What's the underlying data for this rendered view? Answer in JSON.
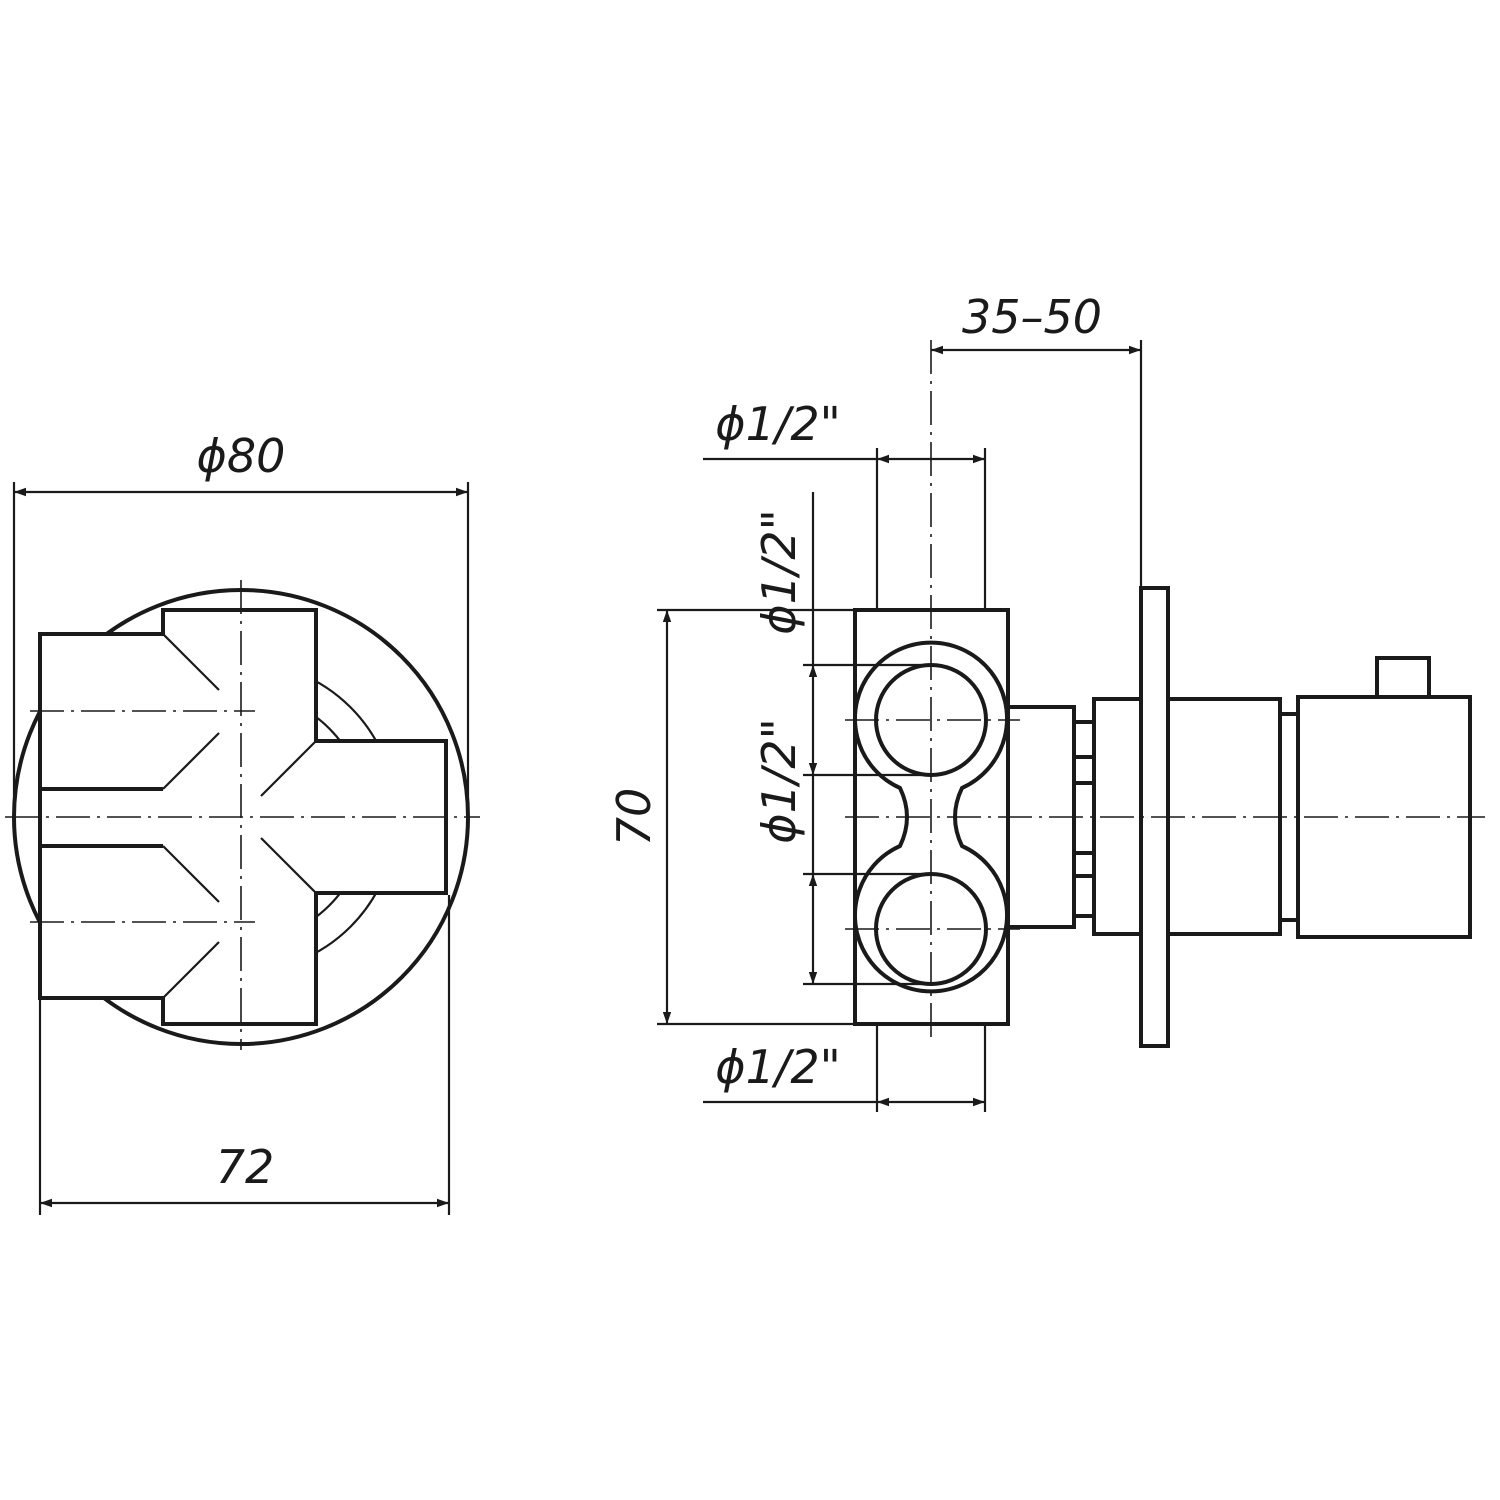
{
  "front_view": {
    "dim_top": "ϕ80",
    "dim_bottom": "72"
  },
  "side_view": {
    "dim_depth": "35–50",
    "dim_pipe_top": "ϕ1/2\"",
    "dim_pipe_left_upper": "ϕ1/2\"",
    "dim_pipe_left_lower": "ϕ1/2\"",
    "dim_height": "70",
    "dim_pipe_bottom": "ϕ1/2\""
  },
  "colors": {
    "line": "#1a1a1a",
    "background": "#ffffff"
  }
}
